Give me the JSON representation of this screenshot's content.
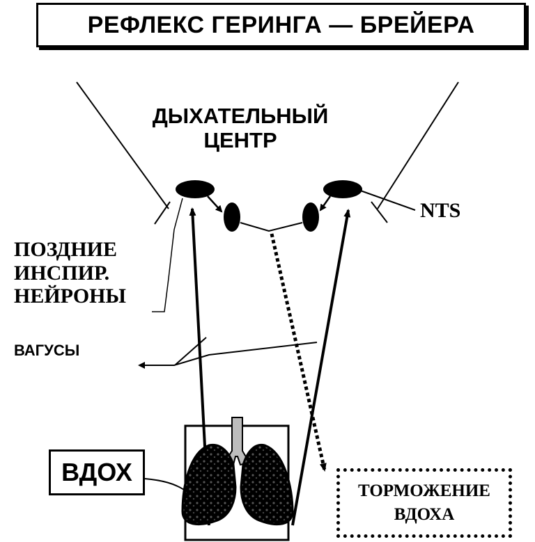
{
  "title": "РЕФЛЕКС ГЕРИНГА — БРЕЙЕРА",
  "respiratory_center": [
    "ДЫХАТЕЛЬНЫЙ",
    "ЦЕНТР"
  ],
  "nts_label": "NTS",
  "late_inspiratory_neurons": [
    "ПОЗДНИЕ",
    "ИНСПИР.",
    "НЕЙРОНЫ"
  ],
  "vagus_label": "ВАГУСЫ",
  "inhale_label": "ВДОХ",
  "inhibition_label": [
    "ТОРМОЖЕНИЕ",
    "ВДОХА"
  ],
  "colors": {
    "ink": "#000000",
    "background": "#ffffff",
    "trachea": "#bdbdbd"
  }
}
